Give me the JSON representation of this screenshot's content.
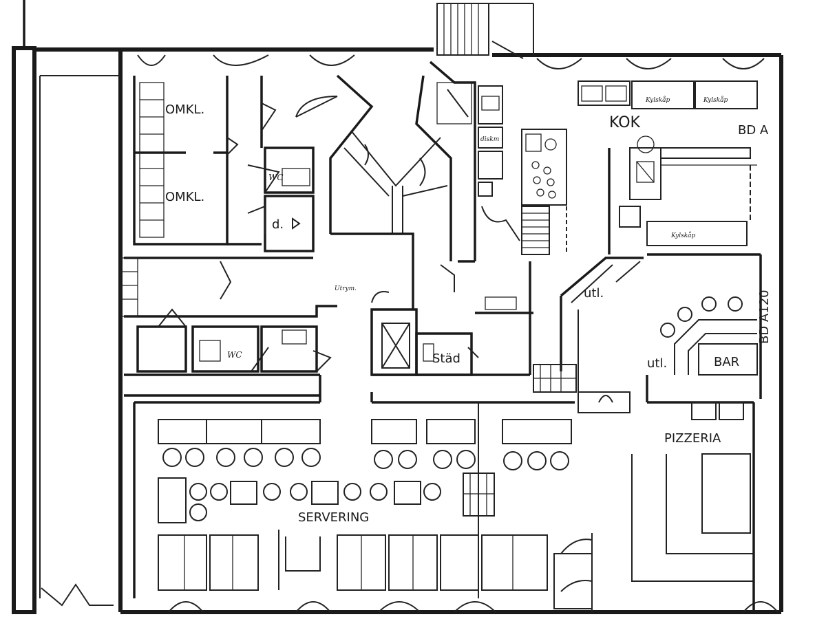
{
  "labels": {
    "omkl_1": "OMKL.",
    "omkl_2": "OMKL.",
    "wc_1": "WC",
    "wc_2": "WC",
    "d": "d.",
    "kok": "KOK",
    "bda_top": "BD A",
    "bda_side": "BD A120",
    "stad": "Städ",
    "utl_1": "utl.",
    "utl_2": "utl.",
    "bar": "BAR",
    "pizzeria": "PIZZERIA",
    "servering": "SERVERING",
    "utrym": "Utrym.",
    "kylskap_1": "Kylskåp",
    "kylskap_2": "Kylskåp",
    "kylskap_3": "Kylskåp",
    "diskm": "diskm"
  }
}
